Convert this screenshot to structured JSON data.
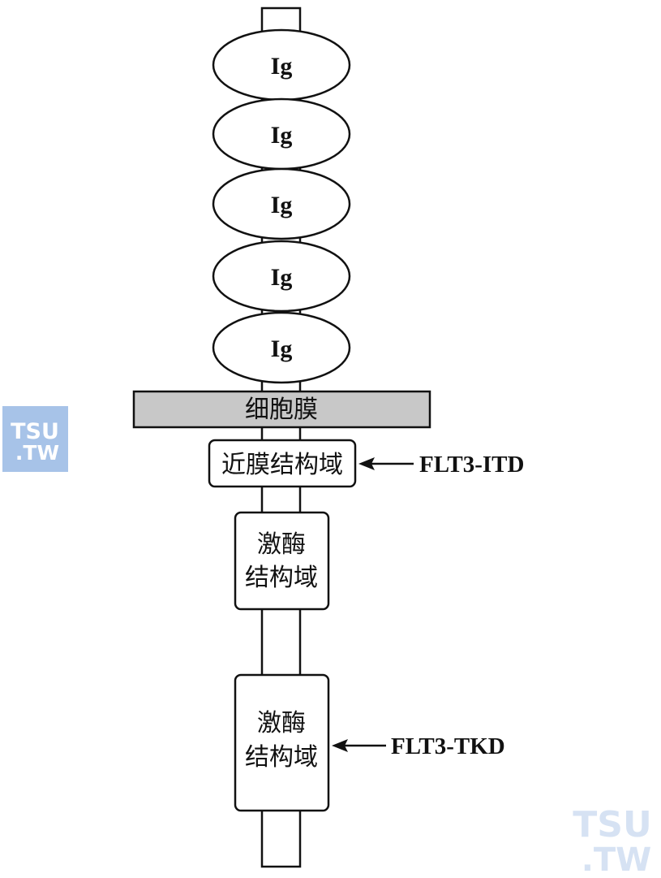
{
  "diagram": {
    "ig_domains": [
      "Ig",
      "Ig",
      "Ig",
      "Ig",
      "Ig"
    ],
    "membrane_label": "细胞膜",
    "juxtamembrane_label": "近膜结构域",
    "kinase_domain_1": {
      "line1": "激酶",
      "line2": "结构域"
    },
    "kinase_domain_2": {
      "line1": "激酶",
      "line2": "结构域"
    },
    "annotation_itd": "FLT3-ITD",
    "annotation_tkd": "FLT3-TKD"
  },
  "watermark": {
    "line1": "TSU",
    "line2": ".TW"
  },
  "colors": {
    "membrane_fill": "#c8c8c8",
    "stroke": "#111111",
    "watermark_blue": "#a7c3e8"
  }
}
